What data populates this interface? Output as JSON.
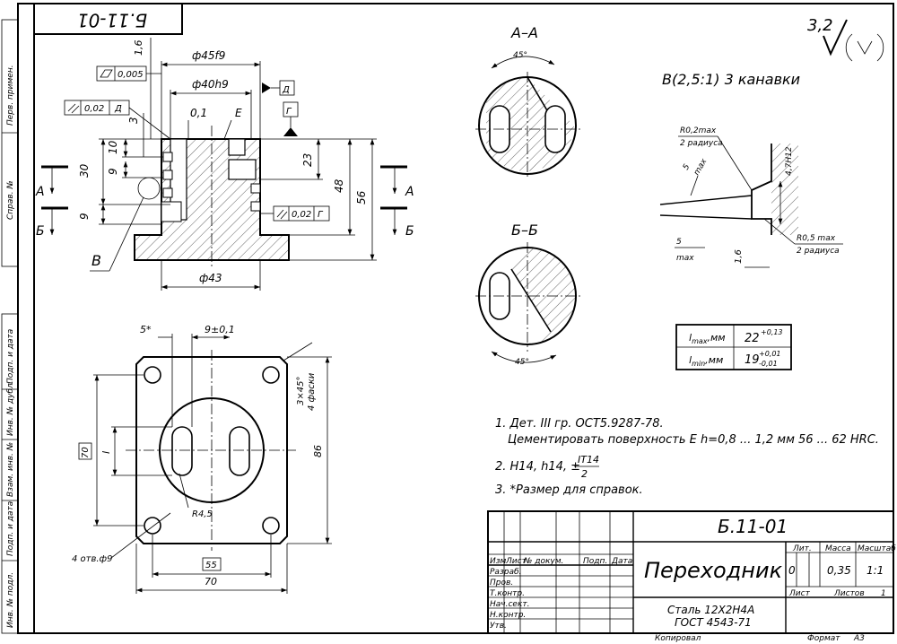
{
  "corner_stamp": "Б.11-01",
  "margin_labels": [
    "Перв. примен.",
    "Справ. №",
    "Подп. и дата",
    "Инв. № дубл.",
    "Взам. инв. №",
    "Подп. и дата",
    "Инв. № подл."
  ],
  "roughness": "3,2",
  "front_view": {
    "dims": {
      "d45": "ф45f9",
      "d40": "ф40h9",
      "d43": "ф43",
      "d16": "1,6",
      "d01": "0,1",
      "e": "E",
      "h30": "30",
      "h10": "10",
      "h9a": "9",
      "h9b": "9",
      "h3": "3",
      "h23": "23",
      "h48": "48",
      "h56": "56"
    },
    "tol_flat": "0,005",
    "tol_par_d": "0,02",
    "tol_par_d_base": "Д",
    "tol_par_g": "0,02",
    "tol_par_g_base": "Г",
    "datum_d": "Д",
    "datum_g": "Г",
    "section_a_left": "А",
    "section_b_left": "Б",
    "section_a_right": "А",
    "section_b_right": "Б",
    "callout_v": "В"
  },
  "top_view": {
    "d5": "5*",
    "d9": "9±0,1",
    "d70w": "70",
    "d55": "55",
    "d70h": "70",
    "d86": "86",
    "chamfer": "3×45°",
    "chamfer_count": "4 фаски",
    "d_l": "l",
    "r45": "R4,5",
    "holes": "4 отв.ф9"
  },
  "section_aa": {
    "title": "А–А",
    "angle": "45°"
  },
  "section_bb": {
    "title": "Б–Б",
    "angle": "45°"
  },
  "detail_v": {
    "title": "В(2,5:1) 3 канавки",
    "r02": "R0,2max",
    "r02b": "2 радиуса",
    "r05": "R0,5 max",
    "r05b": "2 радиуса",
    "h47": "4,7H12",
    "five_a": "5",
    "max_a": "max",
    "five_b": "5",
    "max_b": "max",
    "ang16": "1,6"
  },
  "limits_table": {
    "rows": [
      {
        "label": "l",
        "sub": "max",
        "unit": ",мм",
        "value": "22",
        "sup": "+0,13",
        "low": ""
      },
      {
        "label": "l",
        "sub": "min",
        "unit": ",мм",
        "value": "19",
        "sup": "+0,01",
        "low": "-0,01"
      }
    ]
  },
  "notes": [
    "1. Дет. III гр. ОСТ5.9287-78.",
    "Цементировать поверхность Е h=0,8 ... 1,2 мм 56 ... 62 HRC.",
    "2. H14, h14, ±",
    "IT14",
    "2",
    "3. *Размер для справок."
  ],
  "title_block": {
    "doc_number": "Б.11-01",
    "name": "Переходник",
    "material_line1": "Сталь 12Х2Н4А",
    "material_line2": "ГОСТ 4543-71",
    "col_headers": [
      "Изм",
      "Лист",
      "№ докум.",
      "Подп.",
      "Дата"
    ],
    "roles": [
      "Разраб.",
      "Пров.",
      "Т.контр.",
      "Нач.сект.",
      "Н.контр.",
      "Утв."
    ],
    "lit": "Лит.",
    "mass": "Масса",
    "scale": "Масштаб",
    "lit_value": "0",
    "mass_value": "0,35",
    "scale_value": "1:1",
    "sheet": "Лист",
    "sheets": "Листов",
    "sheets_value": "1",
    "copied": "Копировал",
    "format": "Формат",
    "format_value": "А3"
  }
}
